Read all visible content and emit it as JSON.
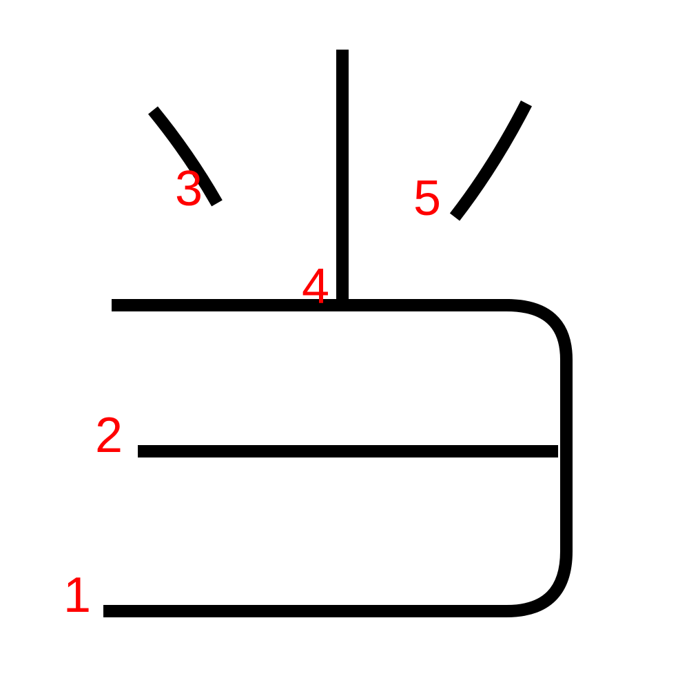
{
  "strokes": [
    {
      "id": "1",
      "label": "1",
      "shape": "bottom horizontal with rounded right corner rising to the top stroke"
    },
    {
      "id": "2",
      "label": "2",
      "shape": "middle horizontal"
    },
    {
      "id": "3",
      "label": "3",
      "shape": "short left dot stroke"
    },
    {
      "id": "4",
      "label": "4",
      "shape": "vertical center stroke with top horizontal"
    },
    {
      "id": "5",
      "label": "5",
      "shape": "short right dot stroke"
    }
  ],
  "colors": {
    "background": "#ffffff",
    "stroke": "#000000",
    "label": "#ff0000"
  }
}
